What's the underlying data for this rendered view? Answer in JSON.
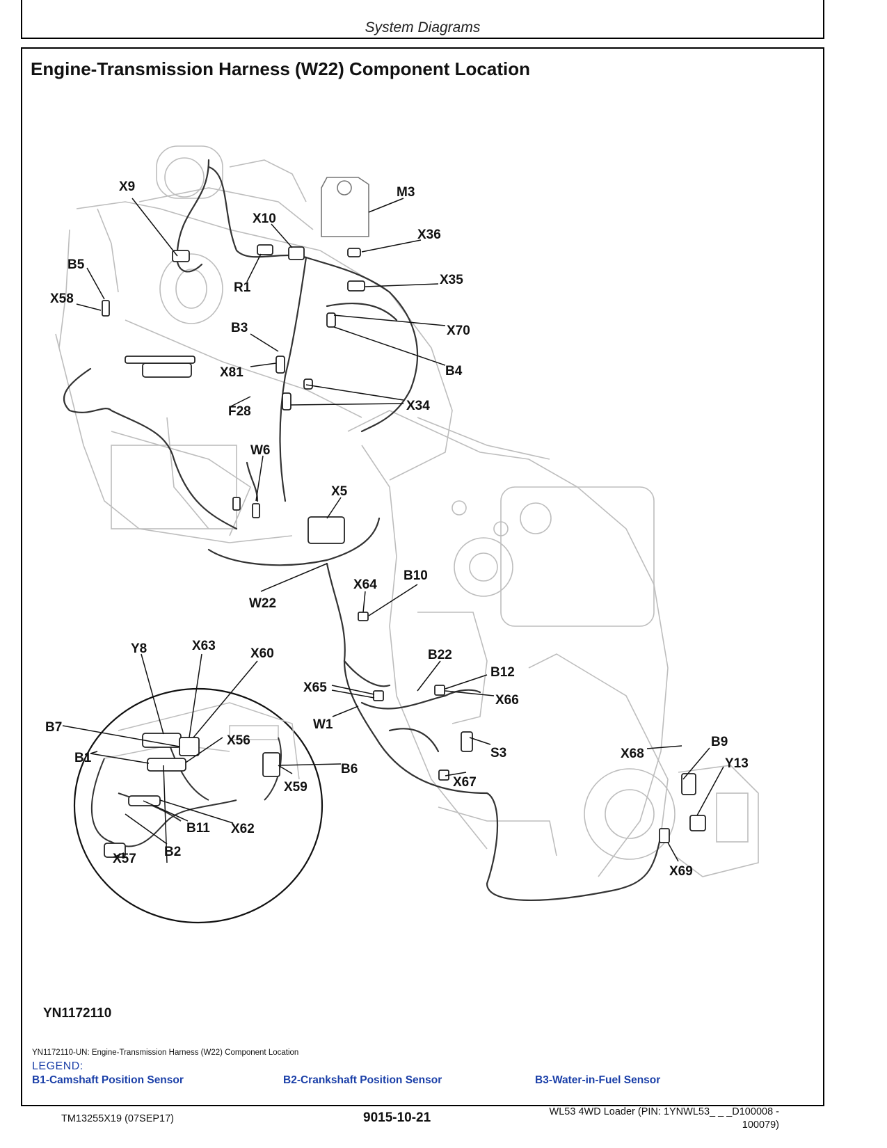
{
  "header": {
    "section_title": "System Diagrams"
  },
  "page_title": "Engine-Transmission Harness (W22) Component Location",
  "figure": {
    "callouts": [
      "X9",
      "M3",
      "X10",
      "X36",
      "B5",
      "X35",
      "R1",
      "X58",
      "X70",
      "B3",
      "B4",
      "X81",
      "X34",
      "F28",
      "W6",
      "X5",
      "B10",
      "X64",
      "W22",
      "Y8",
      "X63",
      "X60",
      "B22",
      "B12",
      "X65",
      "X66",
      "B7",
      "W1",
      "X56",
      "S3",
      "B9",
      "X68",
      "Y13",
      "B1",
      "B6",
      "X59",
      "X67",
      "B11",
      "X62",
      "B2",
      "X69",
      "X57"
    ],
    "figure_id": "YN1172110",
    "caption": "YN1172110-UN: Engine-Transmission Harness (W22) Component Location"
  },
  "legend": {
    "heading": "LEGEND:",
    "items": [
      "B1-Camshaft Position Sensor",
      "B2-Crankshaft Position Sensor",
      "B3-Water-in-Fuel Sensor"
    ]
  },
  "footer": {
    "doc_code": "TM13255X19 (07SEP17)",
    "page_number": "9015-10-21",
    "machine_line1": "WL53 4WD Loader (PIN: 1YNWL53_ _ _D100008 -",
    "machine_line2": "100079)"
  },
  "colors": {
    "legend_text": "#1a3fa8",
    "line_art": "#b8b8b8",
    "wire": "#333333"
  }
}
